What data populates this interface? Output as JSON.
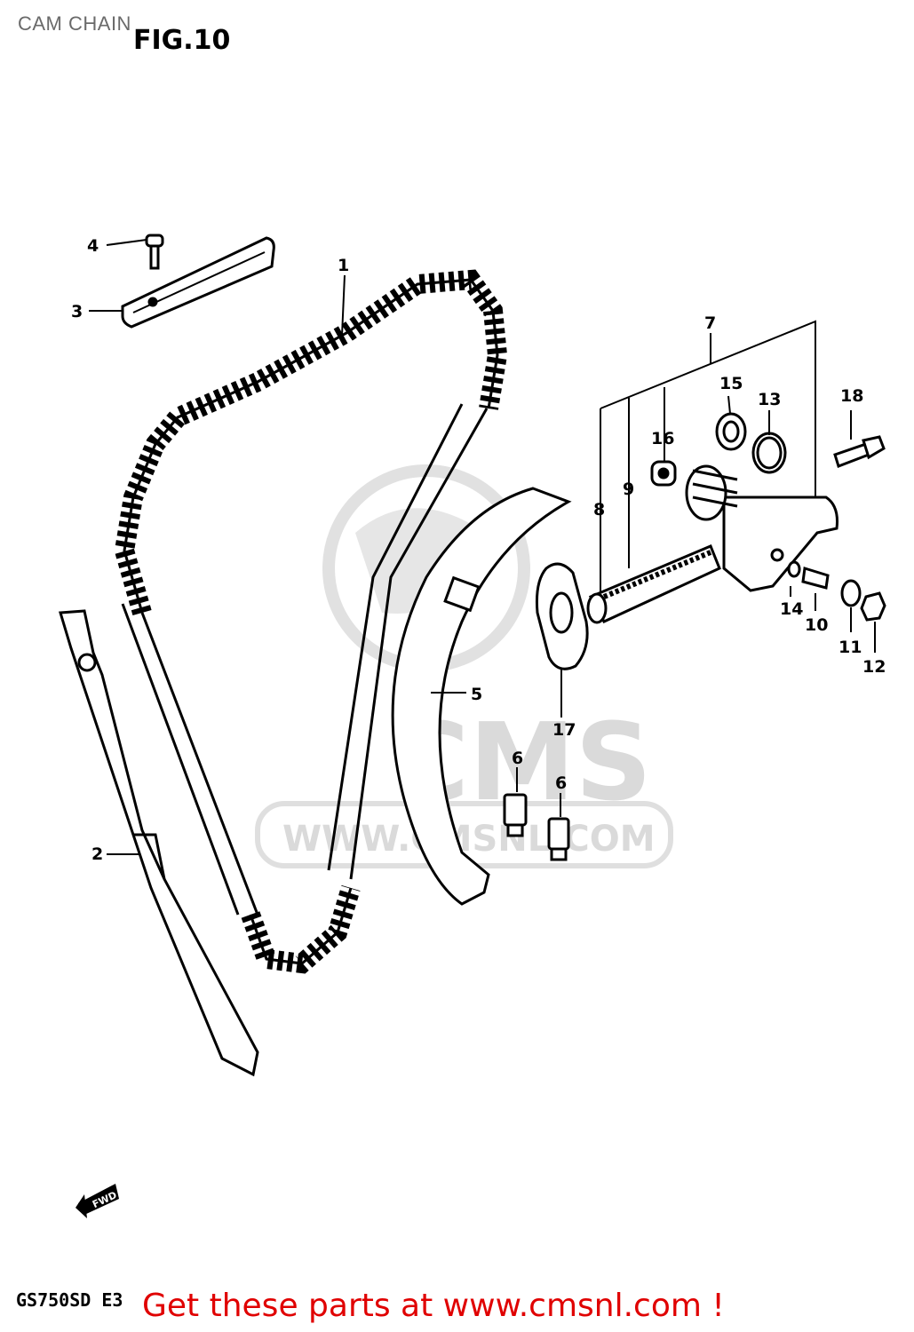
{
  "header": {
    "title": "CAM CHAIN",
    "figure": "FIG.10"
  },
  "footer": {
    "model_code": "GS750SD E3",
    "promo": "Get these parts at www.cmsnl.com !"
  },
  "watermark": {
    "logo_text": "CMS",
    "url_text": "WWW.CMSNL.COM"
  },
  "front_arrow": {
    "text": "FWD"
  },
  "callouts": {
    "c1": "1",
    "c2": "2",
    "c3": "3",
    "c4": "4",
    "c5": "5",
    "c6a": "6",
    "c6b": "6",
    "c7": "7",
    "c8": "8",
    "c9": "9",
    "c10": "10",
    "c11": "11",
    "c12": "12",
    "c13": "13",
    "c14": "14",
    "c15": "15",
    "c16": "16",
    "c17": "17",
    "c18": "18"
  },
  "colors": {
    "ink": "#000000",
    "promo": "#e00000",
    "watermark": "#d6d6d6"
  }
}
